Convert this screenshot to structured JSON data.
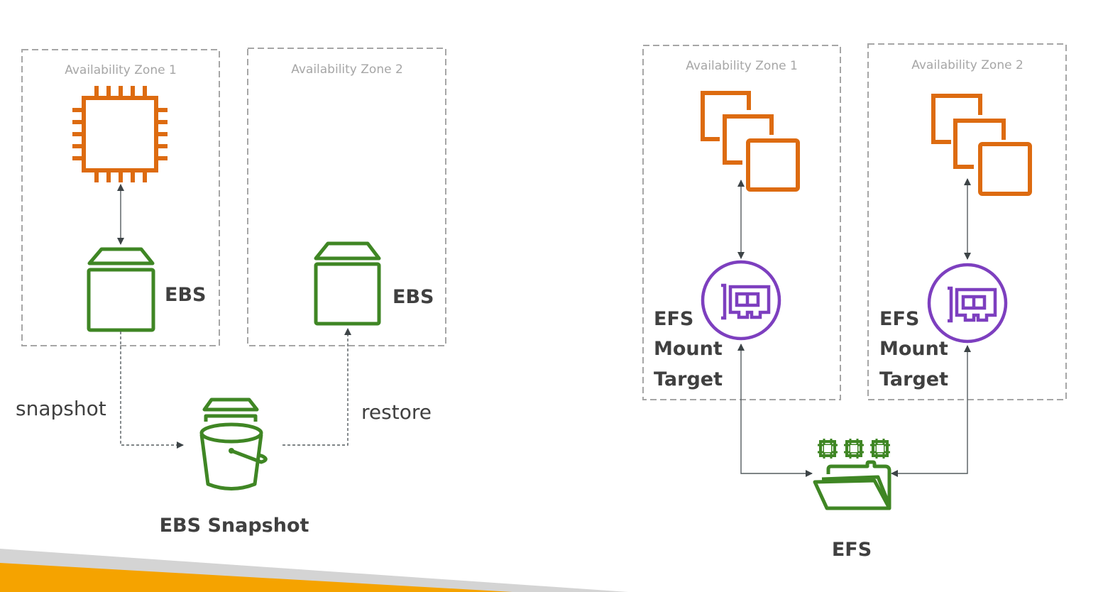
{
  "colors": {
    "compute_orange": "#dd6b10",
    "storage_green": "#3f8624",
    "network_purple": "#7d3fbf",
    "zone_border": "#a6a6a6",
    "text_dark": "#404040",
    "accent_orange": "#f5a300",
    "accent_gray": "#d4d4d4"
  },
  "ebs_diagram": {
    "zones": [
      {
        "label": "Availability Zone 1"
      },
      {
        "label": "Availability Zone 2"
      }
    ],
    "ec2_icon": "ec2-instance-icon",
    "ebs_volumes": [
      {
        "label": "EBS",
        "icon": "ebs-volume-icon"
      },
      {
        "label": "EBS",
        "icon": "ebs-volume-icon"
      }
    ],
    "snapshot_edge_label": "snapshot",
    "restore_edge_label": "restore",
    "snapshot_node": {
      "label": "EBS Snapshot",
      "icon": "s3-bucket-snapshot-icon"
    }
  },
  "efs_diagram": {
    "zones": [
      {
        "label": "Availability Zone 1"
      },
      {
        "label": "Availability Zone 2"
      }
    ],
    "instance_group_icon": "ec2-instances-icon",
    "mount_targets": [
      {
        "label_lines": [
          "EFS",
          "Mount",
          "Target"
        ],
        "icon": "network-interface-icon"
      },
      {
        "label_lines": [
          "EFS",
          "Mount",
          "Target"
        ],
        "icon": "network-interface-icon"
      }
    ],
    "efs_node": {
      "label": "EFS",
      "icon": "efs-filesystem-icon"
    }
  }
}
